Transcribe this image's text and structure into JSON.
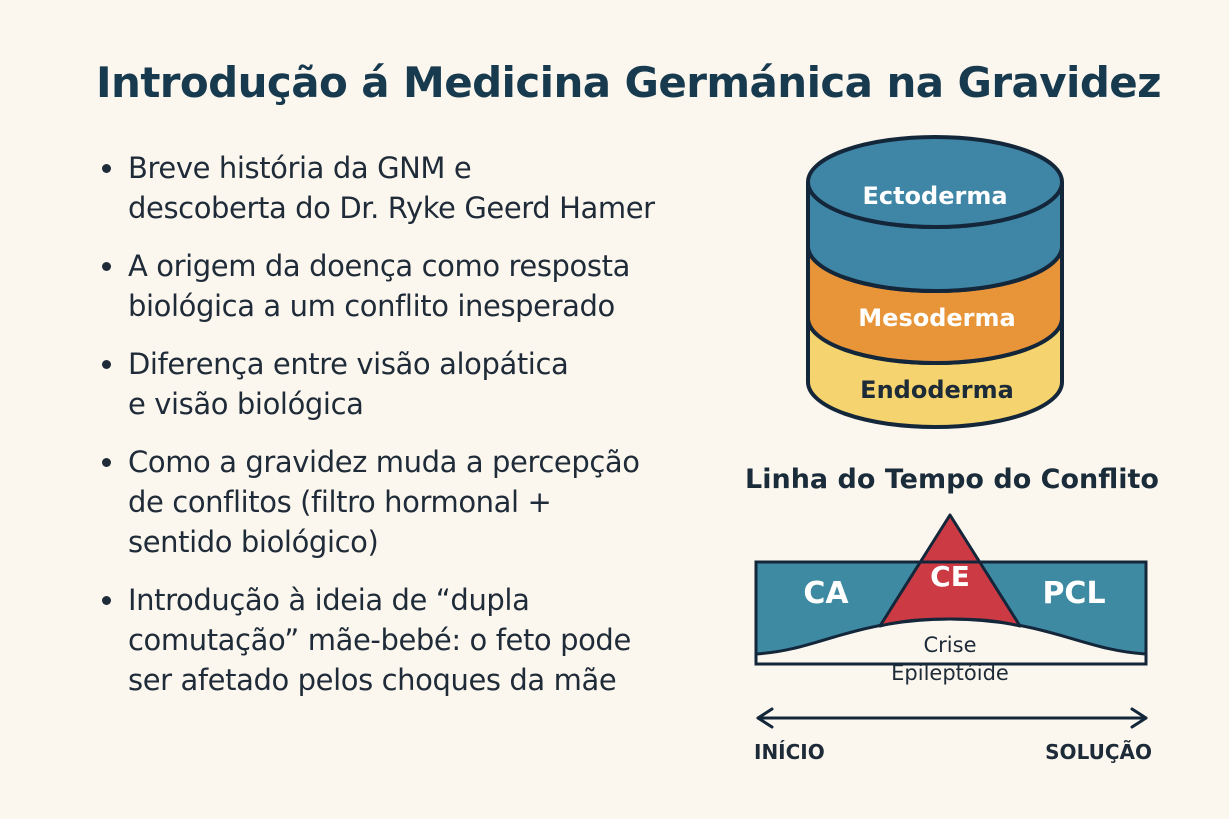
{
  "title": "Introdução á Medicina Germánica na Gravidez",
  "bullets": [
    {
      "lines": [
        "Breve história da GNM e",
        "descoberta do Dr. Ryke Geerd Hamer"
      ]
    },
    {
      "lines": [
        "A origem da doença como resposta",
        "biológica a um conflito inesperado"
      ]
    },
    {
      "lines": [
        "Diferença entre visão alopática",
        "e visão biológica"
      ]
    },
    {
      "lines": [
        "Como a gravidez muda a percepção",
        "de conflitos (filtro hormonal +",
        "sentido biológico)"
      ]
    },
    {
      "lines": [
        "Introdução à ideia de “dupla",
        "comutação” mãe-bebé: o feto pode",
        "ser afetado pelos choques da mãe"
      ]
    }
  ],
  "layers": {
    "top": "Ectoderma",
    "middle": "Mesoderma",
    "bottom": "Endoderma",
    "colors": {
      "top": "#3f86a6",
      "middle": "#e8953a",
      "bottom": "#f5d36e"
    }
  },
  "timeline": {
    "title": "Linha do Tempo do Conflito",
    "left_label": "CA",
    "peak_label": "CE",
    "right_label": "PCL",
    "crisis_lines": [
      "Crise",
      "Epileptóide"
    ],
    "start": "INÍCIO",
    "end": "SOLUÇÃO",
    "colors": {
      "band": "#3e8aa2",
      "peak": "#cc3a44"
    }
  }
}
